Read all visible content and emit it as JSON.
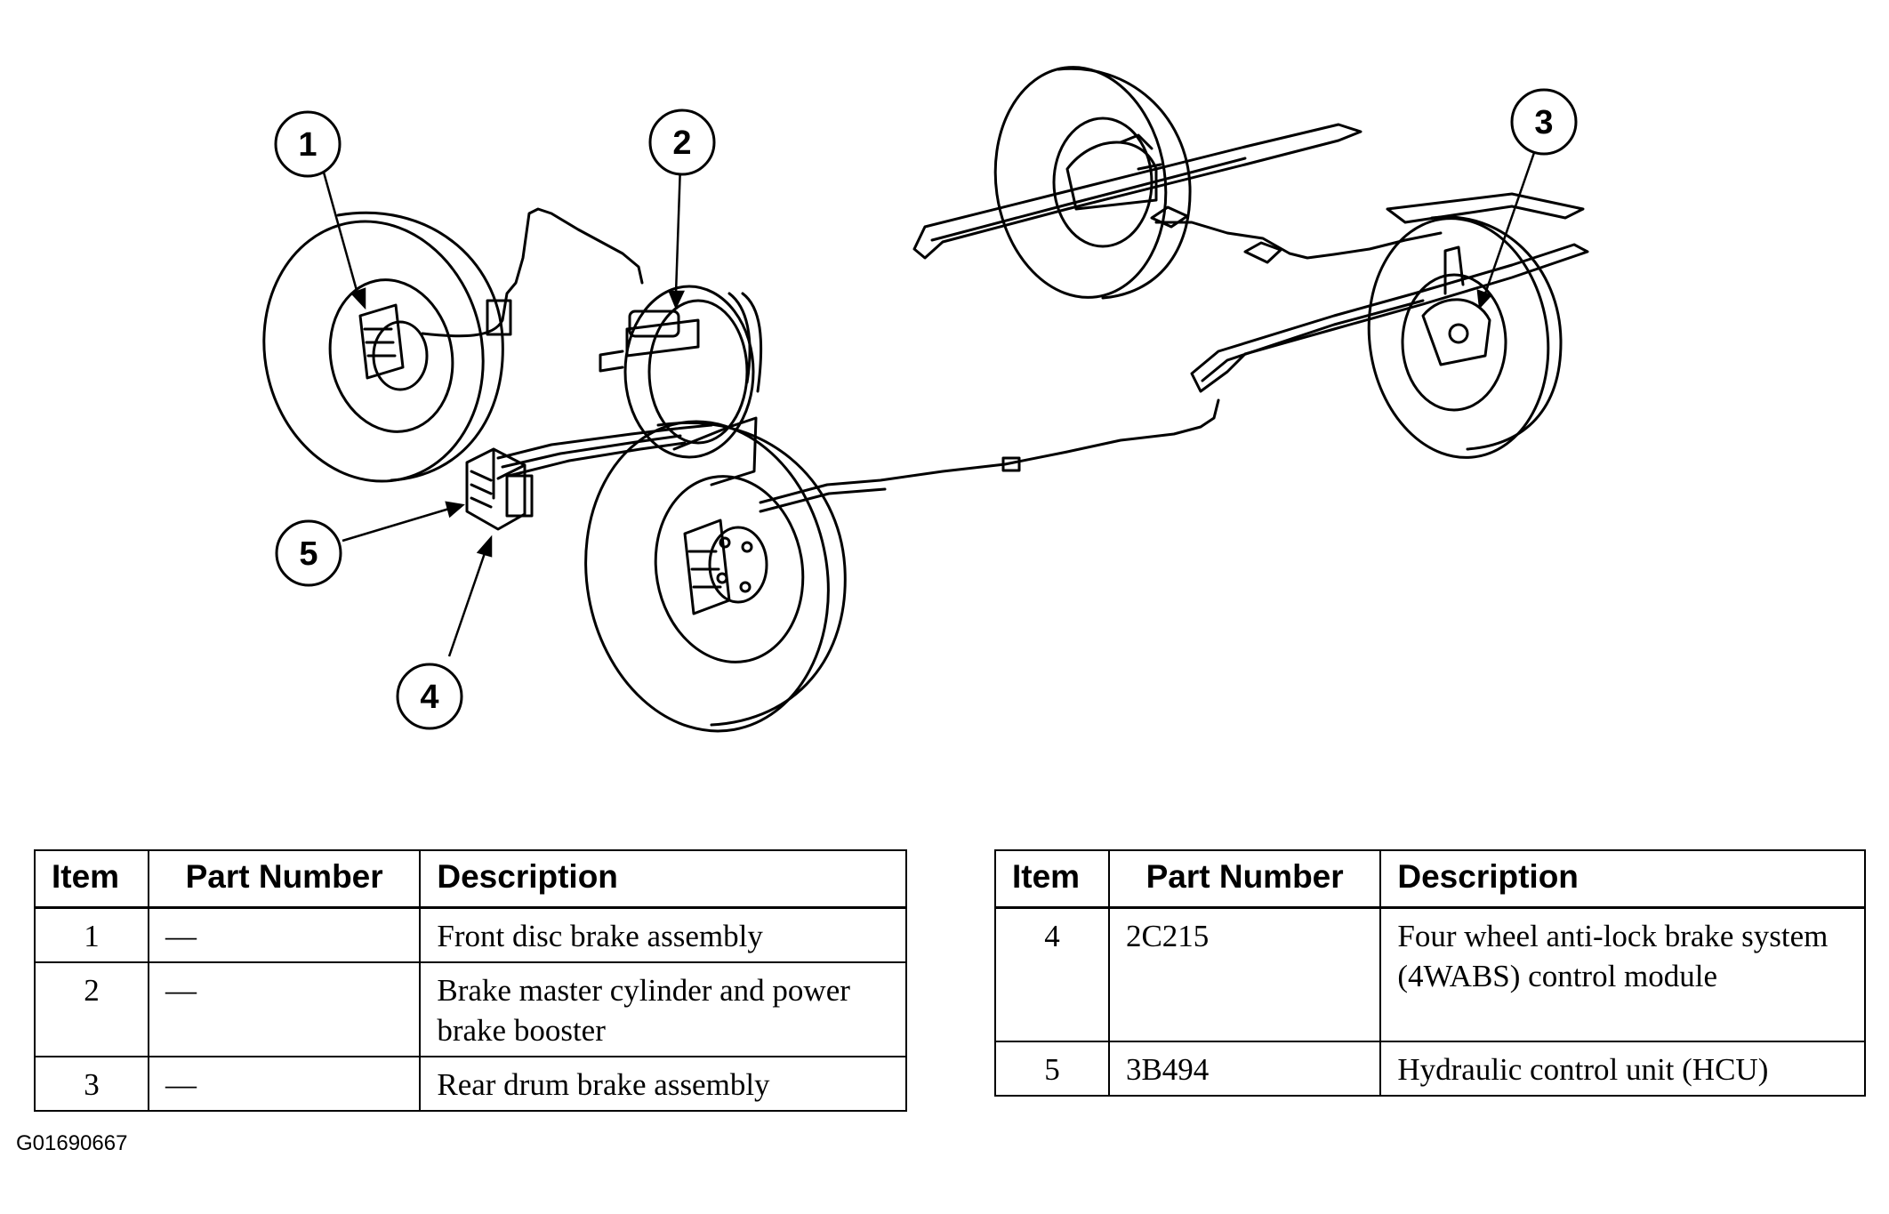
{
  "diagram": {
    "callouts": [
      "1",
      "2",
      "3",
      "4",
      "5"
    ]
  },
  "table_left": {
    "headers": [
      "Item",
      "Part Number",
      "Description"
    ],
    "rows": [
      {
        "item": "1",
        "part_number": "—",
        "description": "Front disc brake assembly"
      },
      {
        "item": "2",
        "part_number": "—",
        "description": "Brake master cylinder and power brake booster"
      },
      {
        "item": "3",
        "part_number": "—",
        "description": "Rear drum brake assembly"
      }
    ]
  },
  "table_right": {
    "headers": [
      "Item",
      "Part Number",
      "Description"
    ],
    "rows": [
      {
        "item": "4",
        "part_number": "2C215",
        "description": "Four wheel anti-lock brake system (4WABS) control module"
      },
      {
        "item": "5",
        "part_number": "3B494",
        "description": "Hydraulic control unit (HCU)"
      }
    ]
  },
  "figure_id": "G01690667"
}
